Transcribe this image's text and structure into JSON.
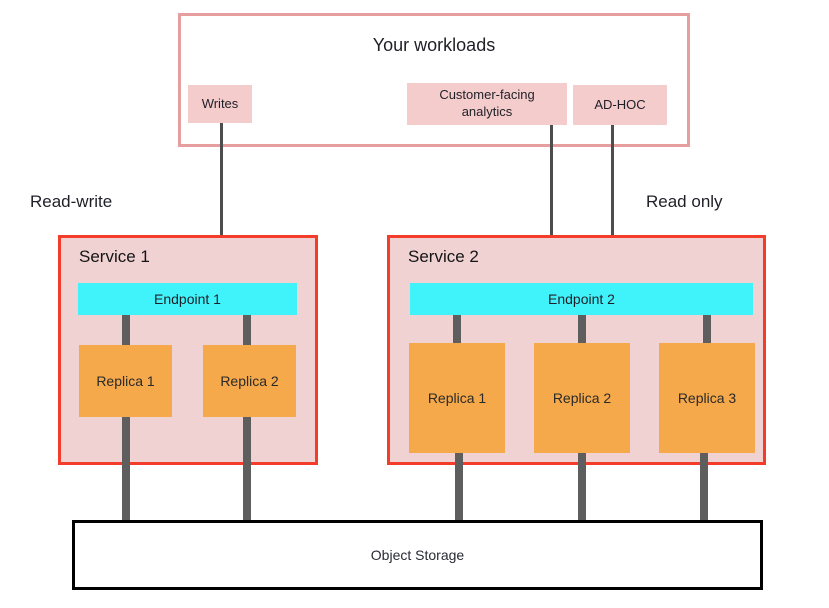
{
  "diagram": {
    "workloads": {
      "title": "Your workloads",
      "items": [
        {
          "label": "Writes"
        },
        {
          "label": "Customer-facing analytics"
        },
        {
          "label": "AD-HOC"
        }
      ]
    },
    "zones": [
      {
        "label": "Read-write"
      },
      {
        "label": "Read only"
      }
    ],
    "services": [
      {
        "title": "Service 1",
        "endpoint": "Endpoint 1",
        "replicas": [
          "Replica 1",
          "Replica 2"
        ]
      },
      {
        "title": "Service 2",
        "endpoint": "Endpoint 2",
        "replicas": [
          "Replica 1",
          "Replica 2",
          "Replica 3"
        ]
      }
    ],
    "storage": {
      "label": "Object Storage"
    }
  },
  "colors": {
    "canvas_bg": "#ffffff",
    "workloads_border": "#e79e9e",
    "chip_fill": "#f4cccc",
    "service_border": "#f43c2b",
    "service_fill": "#f0d2d3",
    "endpoint_fill": "#40f3fa",
    "replica_fill": "#f5a94b",
    "connector": "#5e5e5e",
    "arrow": "#4d4d4d",
    "storage_border": "#000000",
    "text": "#1f1f28"
  }
}
